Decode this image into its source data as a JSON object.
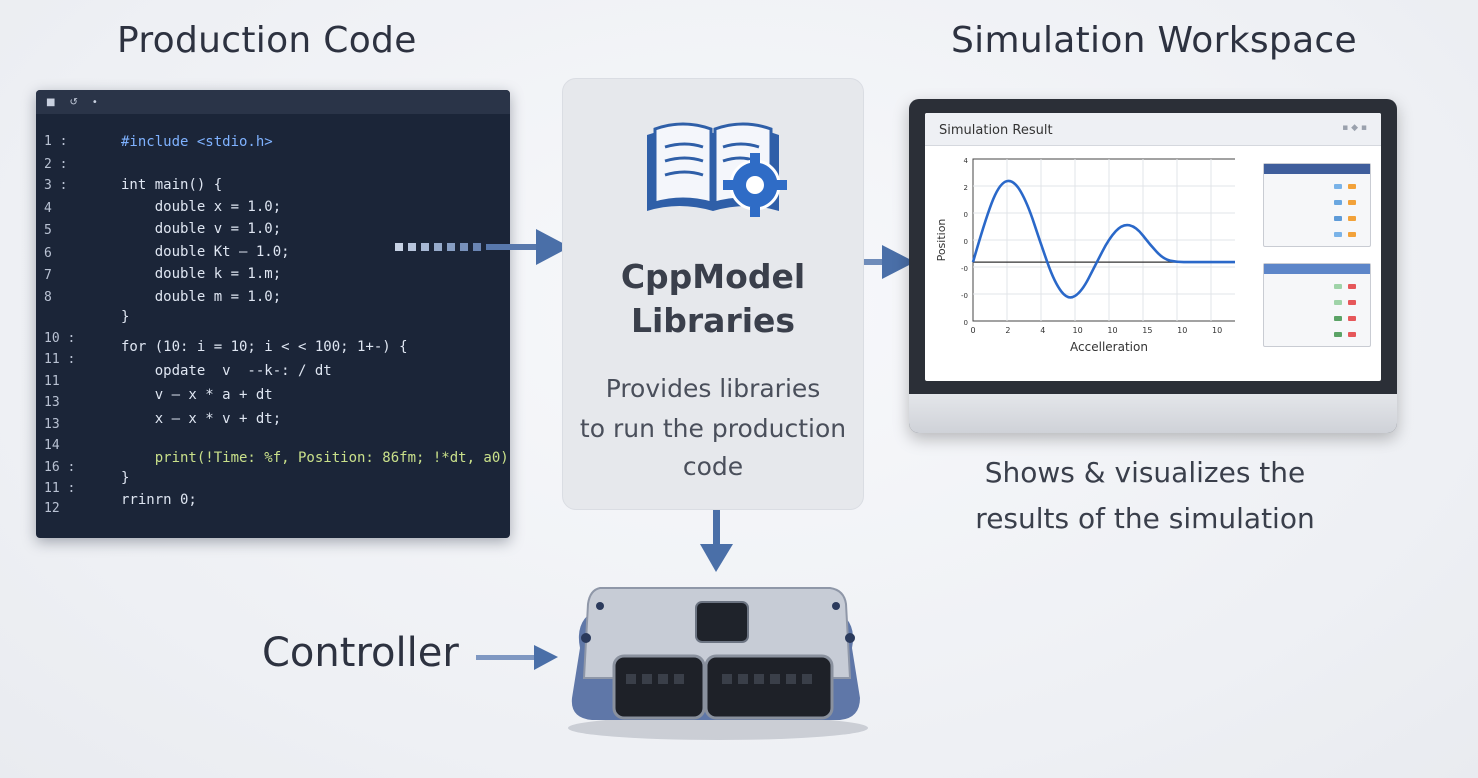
{
  "headings": {
    "production_code": "Production Code",
    "simulation_workspace": "Simulation Workspace",
    "controller": "Controller"
  },
  "code_editor": {
    "line_numbers": [
      "1 :",
      "2 :",
      "3 :",
      "4",
      "5",
      "6",
      "7",
      "8",
      "10 :",
      "11 :",
      "11",
      "13",
      "13",
      "14",
      "16 :",
      "11 :",
      "12"
    ],
    "lines": [
      "#include <stdio.h>",
      "int main() {",
      "    double x = 1.0;",
      "    double v = 1.0;",
      "    double Kt – 1.0;",
      "    double k = 1.m;",
      "    double m = 1.0;",
      "}",
      "for (10: i = 10; i < < 100; 1+-) {",
      "    opdate  v  --k-: / dt",
      "    v – x * a + dt",
      "    x – x * v + dt;",
      "    print(!Time: %f, Position: 86fm; !*dt, a0)",
      "}",
      "rrinrn 0;"
    ]
  },
  "center_panel": {
    "title_line1": "CppModel",
    "title_line2": "Libraries",
    "desc_line1": "Provides libraries",
    "desc_line2": "to run the production",
    "desc_line3": "code",
    "icon": "book-gear-icon"
  },
  "simulation_window": {
    "title": "Simulation Result",
    "xlabel": "Accelleration",
    "ylabel": "Position",
    "x_ticks": [
      "0",
      "2",
      "4",
      "10",
      "10",
      "15",
      "10",
      "10"
    ],
    "y_ticks": [
      "4",
      "2",
      "0",
      "0",
      "-0",
      "-0",
      "0"
    ]
  },
  "caption": {
    "line1": "Shows & visualizes the",
    "line2": "results of the simulation"
  },
  "colors": {
    "accent_blue": "#4a6fa8",
    "curve_blue": "#2a68c9",
    "editor_bg": "#1b2538"
  },
  "chart_data": {
    "type": "line",
    "xlabel": "Accelleration",
    "ylabel": "Position",
    "grid": true,
    "series": [
      {
        "x": [
          0,
          1,
          2,
          3,
          4,
          5,
          6,
          7,
          8,
          9,
          10,
          11,
          12,
          13,
          14,
          15,
          16,
          17,
          18,
          19,
          20
        ],
        "y": [
          0,
          1.6,
          2.7,
          2.8,
          2.0,
          0.6,
          -0.7,
          -1.3,
          -1.0,
          -0.1,
          0.8,
          1.3,
          1.2,
          0.6,
          0.1,
          0.0,
          0.0,
          0.0,
          0.0,
          0.0,
          0.0
        ]
      }
    ]
  }
}
